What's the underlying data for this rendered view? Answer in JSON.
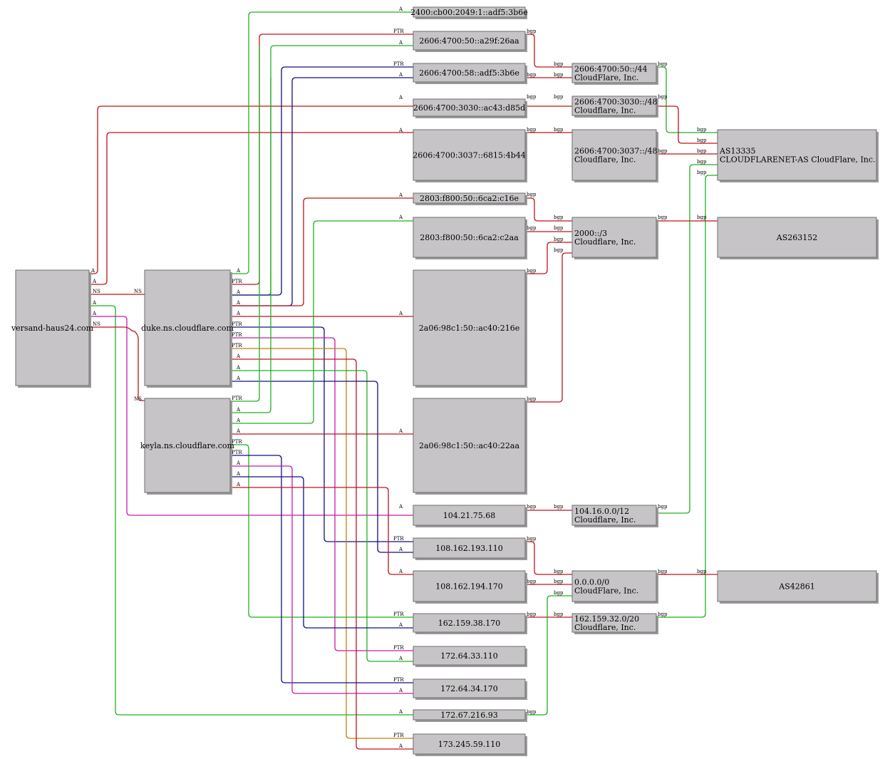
{
  "colors": {
    "red": "#c0141c",
    "green": "#1fb01f",
    "blue": "#101080",
    "magenta": "#c41ca8",
    "orange": "#c87c10"
  },
  "nodes": {
    "versand": {
      "lines": [
        "versand-haus24.com"
      ]
    },
    "duke": {
      "lines": [
        "duke.ns.cloudflare.com"
      ]
    },
    "keyla": {
      "lines": [
        "keyla.ns.cloudflare.com"
      ]
    },
    "v6_2400": {
      "lines": [
        "2400:cb00:2049:1::adf5:3b6e"
      ]
    },
    "v6_26aa": {
      "lines": [
        "2606:4700:50::a29f:26aa"
      ]
    },
    "v6_3b6e": {
      "lines": [
        "2606:4700:58::adf5:3b6e"
      ]
    },
    "v6_d85d": {
      "lines": [
        "2606:4700:3030::ac43:d85d"
      ]
    },
    "v6_4b44": {
      "lines": [
        "2606:4700:3037::6815:4b44"
      ]
    },
    "v6_c16e": {
      "lines": [
        "2803:f800:50::6ca2:c16e"
      ]
    },
    "v6_c2aa": {
      "lines": [
        "2803:f800:50::6ca2:c2aa"
      ]
    },
    "v6_216e": {
      "lines": [
        "2a06:98c1:50::ac40:216e"
      ]
    },
    "v6_22aa": {
      "lines": [
        "2a06:98c1:50::ac40:22aa"
      ]
    },
    "v4_104": {
      "lines": [
        "104.21.75.68"
      ]
    },
    "v4_108_193": {
      "lines": [
        "108.162.193.110"
      ]
    },
    "v4_108_194": {
      "lines": [
        "108.162.194.170"
      ]
    },
    "v4_162": {
      "lines": [
        "162.159.38.170"
      ]
    },
    "v4_172_33": {
      "lines": [
        "172.64.33.110"
      ]
    },
    "v4_172_34": {
      "lines": [
        "172.64.34.170"
      ]
    },
    "v4_172_67": {
      "lines": [
        "172.67.216.93"
      ]
    },
    "v4_173": {
      "lines": [
        "173.245.59.110"
      ]
    },
    "p_2606_50": {
      "lines": [
        "2606:4700:50::/44",
        "CloudFlare, Inc."
      ]
    },
    "p_3030": {
      "lines": [
        "2606:4700:3030::/48",
        "Cloudflare, Inc."
      ]
    },
    "p_3037": {
      "lines": [
        "2606:4700:3037::/48",
        "Cloudflare, Inc."
      ]
    },
    "p_2000": {
      "lines": [
        "2000::/3",
        "Cloudflare, Inc."
      ]
    },
    "p_104": {
      "lines": [
        "104.16.0.0/12",
        "Cloudflare, Inc."
      ]
    },
    "p_0000": {
      "lines": [
        "0.0.0.0/0",
        "CloudFlare, Inc."
      ]
    },
    "p_162": {
      "lines": [
        "162.159.32.0/20",
        "Cloudflare, Inc."
      ]
    },
    "as13335": {
      "lines": [
        "AS13335",
        "CLOUDFLARENET-AS CloudFlare, Inc."
      ]
    },
    "as263152": {
      "lines": [
        "AS263152"
      ]
    },
    "as42861": {
      "lines": [
        "AS42861"
      ]
    }
  },
  "edge_labels": {
    "a": "A",
    "ns": "NS",
    "ptr": "PTR",
    "bgp": "bgp"
  }
}
